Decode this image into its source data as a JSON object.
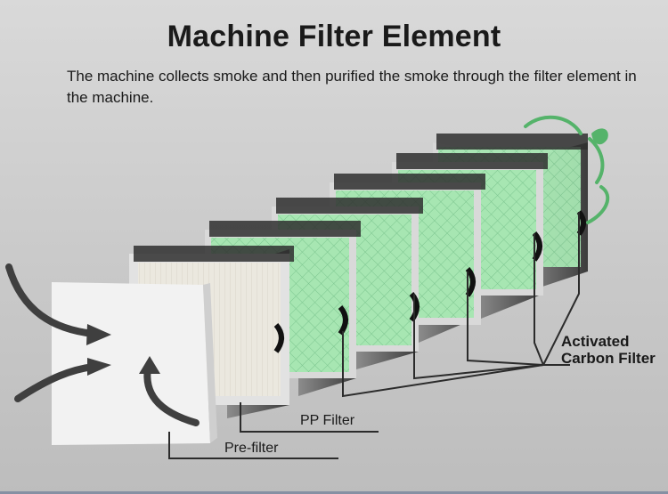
{
  "title": "Machine Filter Element",
  "description": "The machine collects smoke and then purified the smoke through the filter element in the machine.",
  "labels": {
    "pre_filter": "Pre-filter",
    "pp_filter": "PP Filter",
    "activated_line1": "Activated",
    "activated_line2": "Carbon Filter"
  },
  "colors": {
    "background": "#cfcfcf",
    "frame": "#d9d9d9",
    "carbon_mesh": "#a7e6b2",
    "pp_mesh": "#e9e7dd",
    "pre_filter": "#f1f1f1",
    "arrows": "#3f3f3f",
    "leaf": "#55b36a"
  }
}
